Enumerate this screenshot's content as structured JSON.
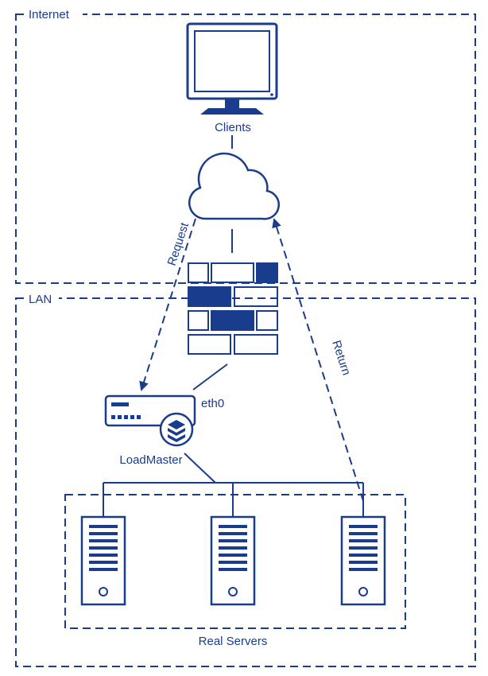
{
  "colors": {
    "stroke": "#1a3c8c",
    "fill": "#1a3c8c",
    "background": "#ffffff"
  },
  "zones": {
    "internet": "Internet",
    "lan": "LAN"
  },
  "nodes": {
    "clients": "Clients",
    "loadmaster": "LoadMaster",
    "interface": "eth0",
    "servers": "Real Servers"
  },
  "arrows": {
    "request": "Request",
    "return": "Return"
  },
  "icons": [
    "monitor-icon",
    "cloud-icon",
    "firewall-icon",
    "loadmaster-device-icon",
    "loadmaster-logo-icon",
    "server-icon"
  ]
}
